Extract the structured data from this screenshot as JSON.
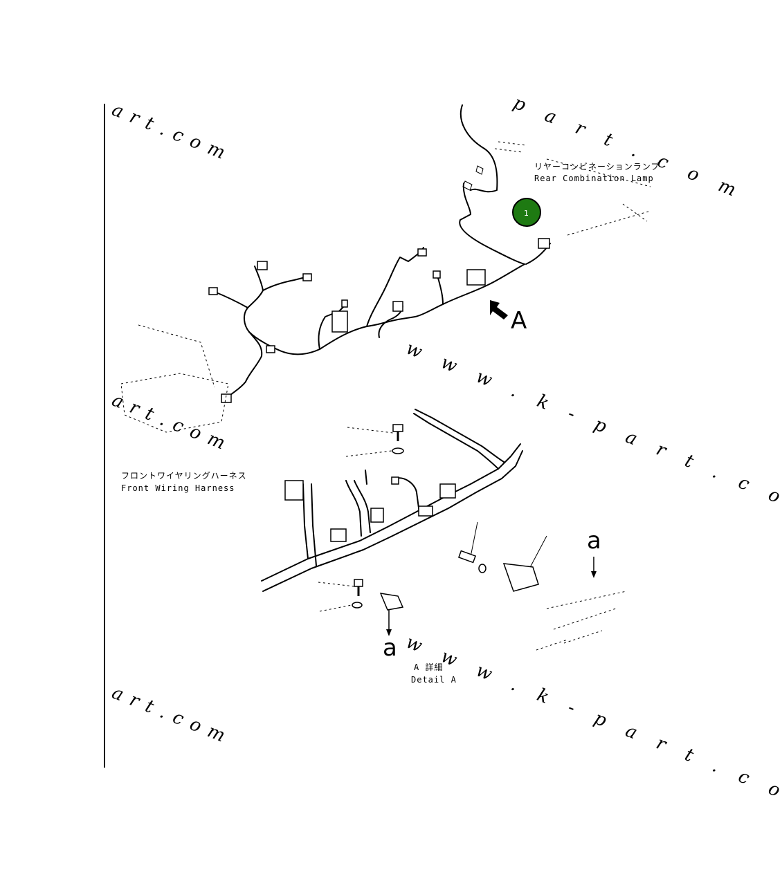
{
  "watermarks": {
    "w1": "art.com",
    "w2": "art.com",
    "w3": "art.com",
    "w4": "p a r t . c o m",
    "w5": "w w w . k - p a r t . c o m",
    "w6": "w w w . k - p a r t . c o m"
  },
  "labels": {
    "rear_lamp_jp": "リヤーコンビネーションランプ",
    "rear_lamp_en": "Rear Combination Lamp",
    "front_harness_jp": "フロントワイヤリングハーネス",
    "front_harness_en": "Front Wiring Harness",
    "view_marker": "A",
    "detail_marker_a1": "a",
    "detail_marker_a2": "a",
    "detail_jp": "A 詳細",
    "detail_en": "Detail A"
  },
  "callouts": [
    {
      "number": "1",
      "color": "#1e7a12"
    }
  ],
  "colors": {
    "line": "#000000",
    "callout": "#1e7a12",
    "background": "#ffffff"
  }
}
